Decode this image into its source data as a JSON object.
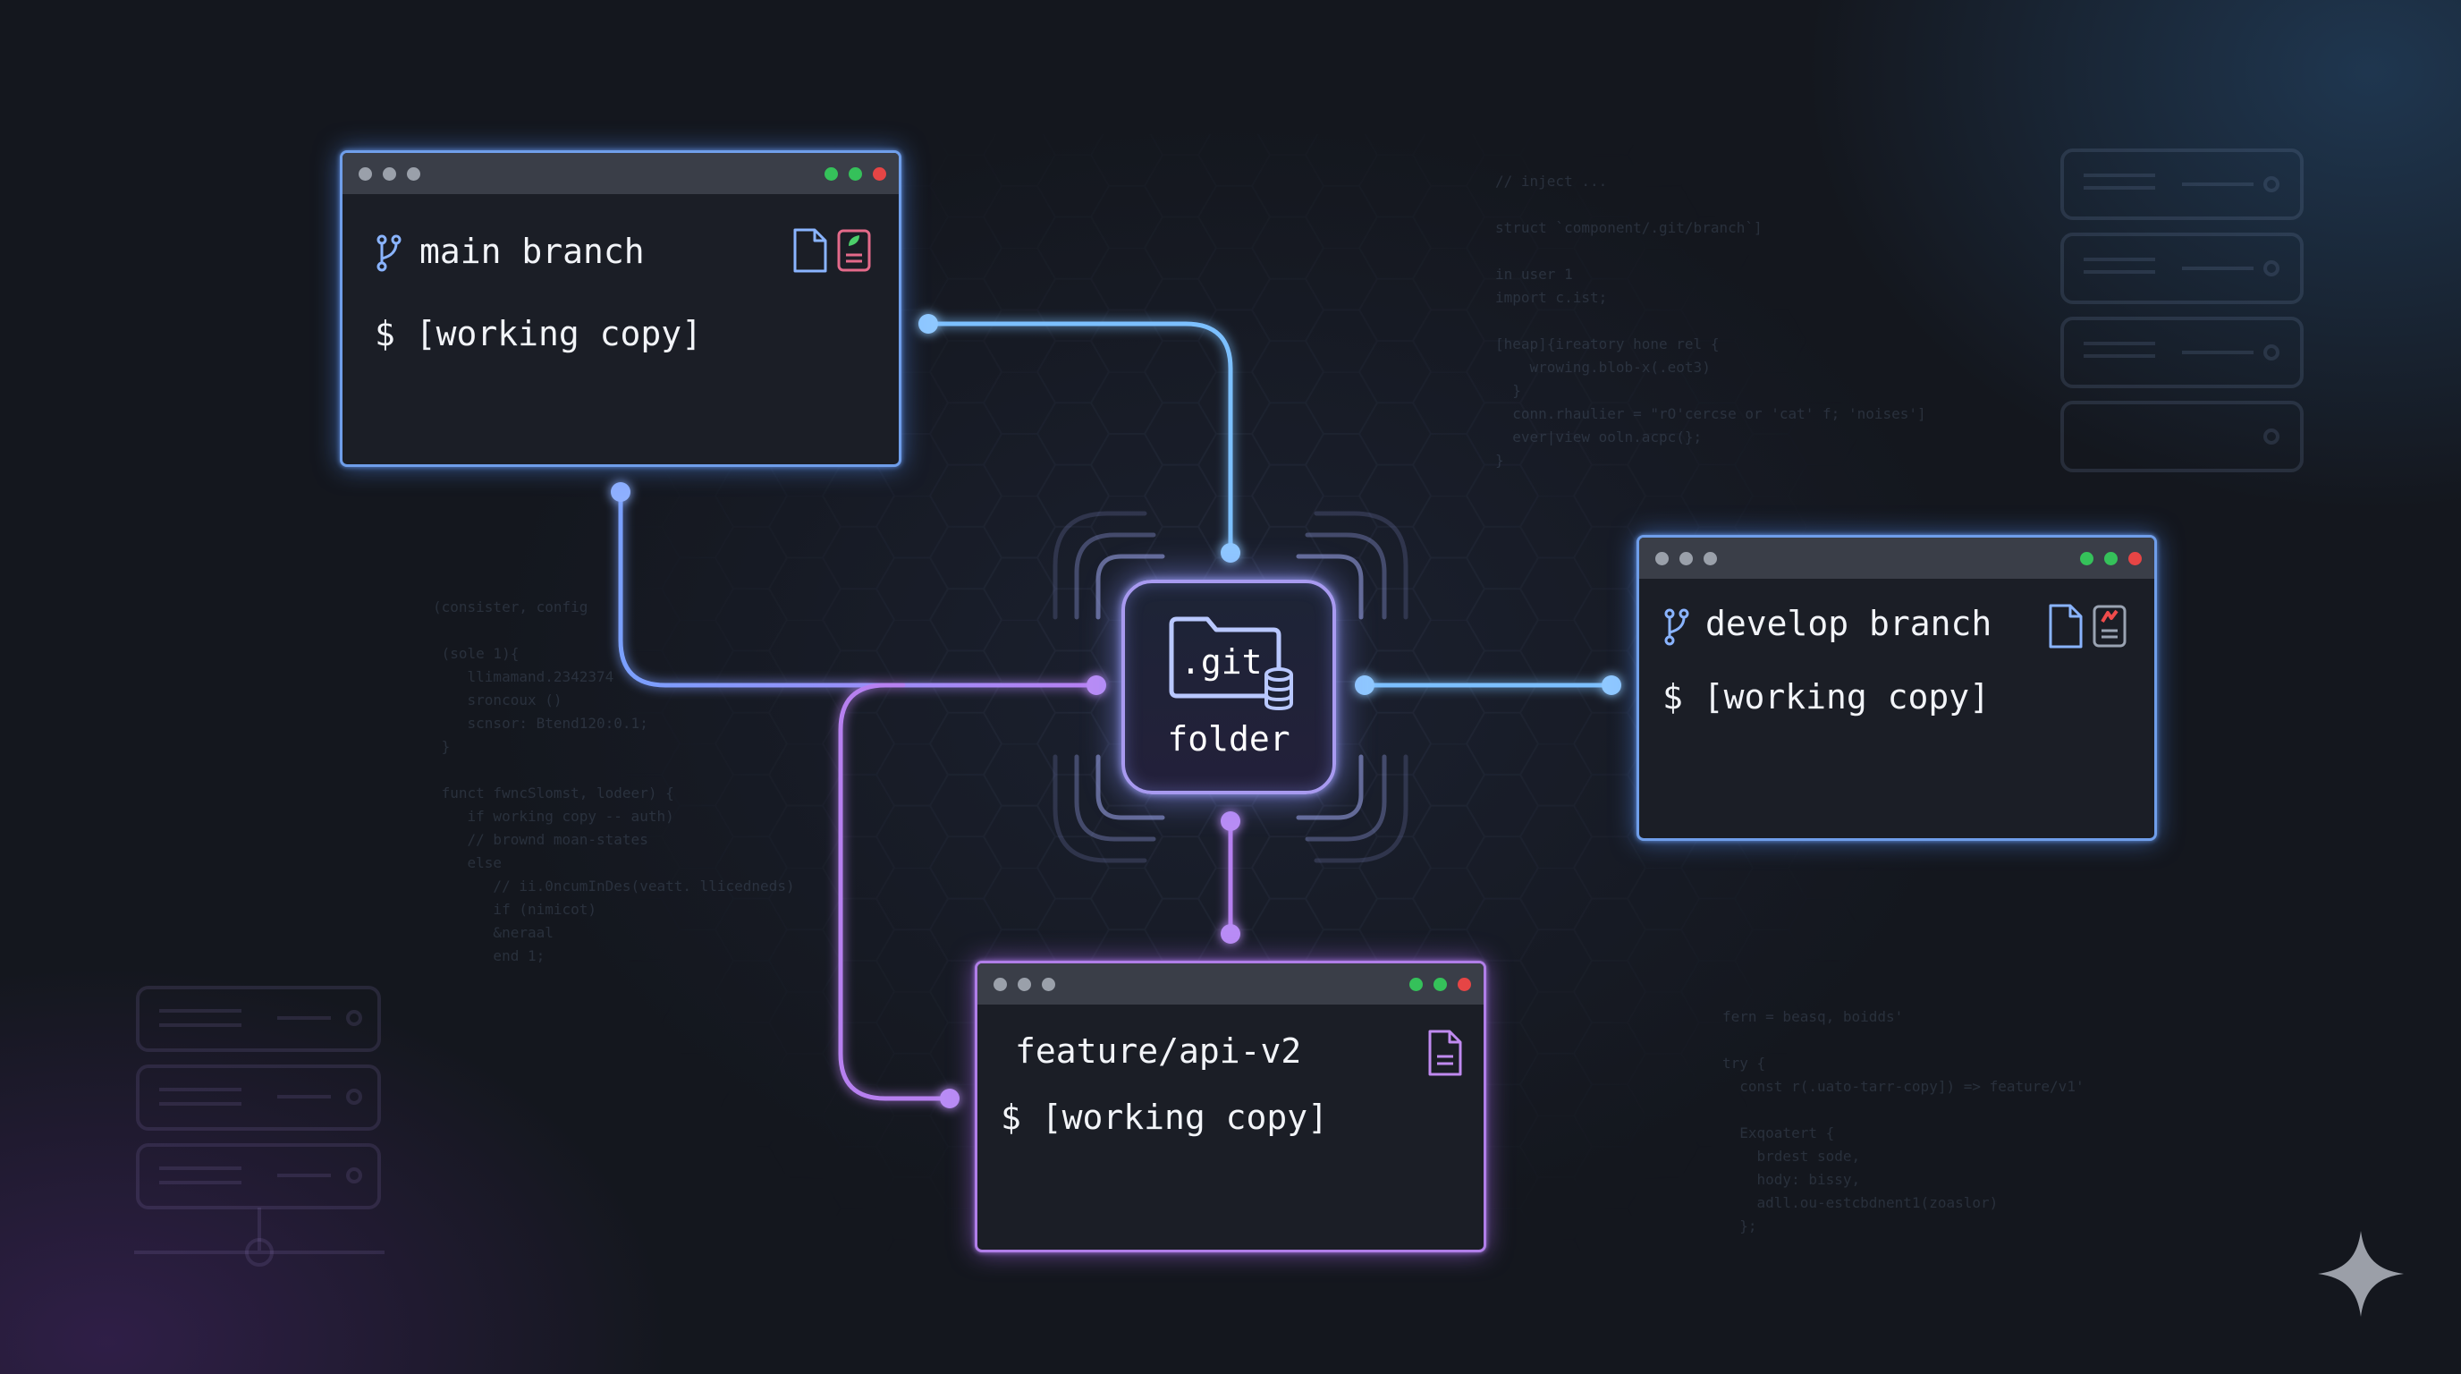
{
  "hub": {
    "line1": ".git",
    "line2": "folder",
    "icon": "folder-database-icon"
  },
  "terminals": {
    "main": {
      "branch_label": "main branch",
      "command": "$ [working copy]",
      "icons": [
        "git-branch-icon",
        "file-icon",
        "note-leaf-icon"
      ]
    },
    "develop": {
      "branch_label": "develop branch",
      "command": "$ [working copy]",
      "icons": [
        "git-branch-icon",
        "file-icon",
        "note-alert-icon"
      ]
    },
    "feature": {
      "branch_label": "feature/api-v2",
      "command": "$ [working copy]",
      "icons": [
        "file-lines-icon"
      ]
    }
  },
  "colors": {
    "blue_link": "#7cc0ff",
    "purple_link": "#b780f0",
    "window_bg": "#1b1e26",
    "titlebar": "#3a3e48"
  }
}
